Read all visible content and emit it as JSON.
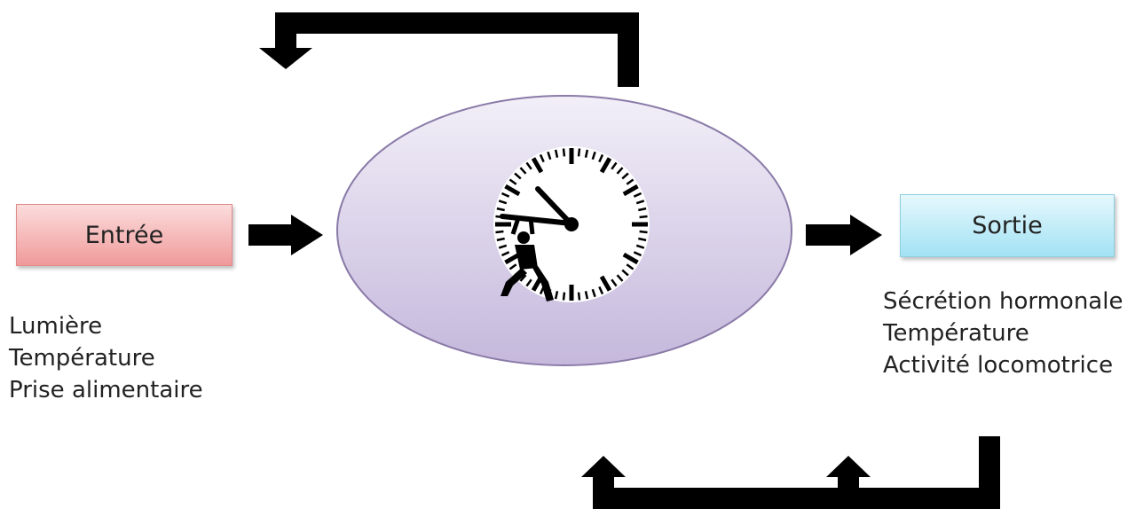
{
  "input": {
    "label": "Entrée",
    "items": [
      "Lumière",
      "Température",
      "Prise alimentaire"
    ]
  },
  "output": {
    "label": "Sortie",
    "items": [
      "Sécrétion hormonale",
      "Température",
      "Activité locomotrice"
    ]
  },
  "center": {
    "icon": "clock-with-man-icon"
  },
  "colors": {
    "input_fill": "#f4aaaa",
    "output_fill": "#b9e9f7",
    "oscillator_fill": "#d8cfe6",
    "arrow": "#000000"
  }
}
